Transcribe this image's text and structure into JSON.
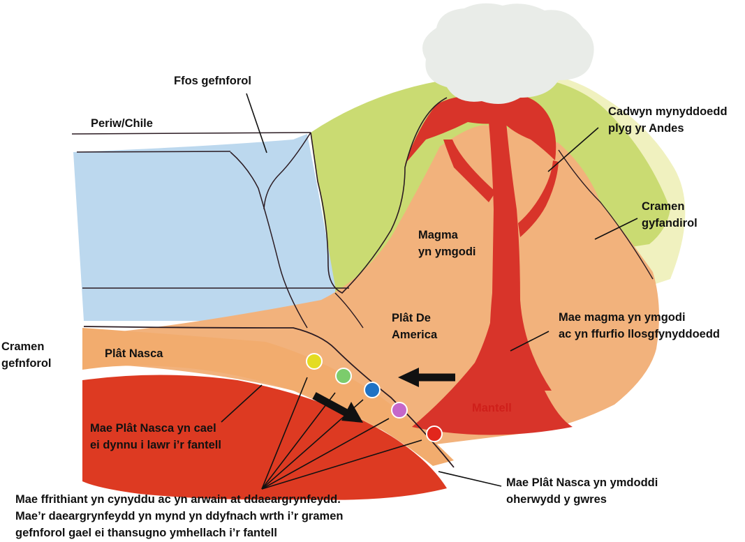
{
  "labels": {
    "trench": "Ffos gefnforol",
    "peru_chile": "Periw/Chile",
    "andes": [
      "Cadwyn mynyddoedd",
      "plyg yr Andes"
    ],
    "continental_crust": [
      "Cramen",
      "gyfandirol"
    ],
    "magma_rising": [
      "Magma",
      "yn ymgodi"
    ],
    "south_america_plate": [
      "Plât De",
      "America"
    ],
    "magma_forms_volcanoes": [
      "Mae magma yn ymgodi",
      "ac yn ffurfio llosgfynyddoedd"
    ],
    "oceanic_crust": [
      "Cramen",
      "gefnforol"
    ],
    "nazca_plate": "Plât Nasca",
    "mantle": "Mantell",
    "nazca_pulled": [
      "Mae Plât Nasca yn cael",
      "ei dynnu i lawr i’r fantell"
    ],
    "nazca_melts": [
      "Mae Plât Nasca yn ymdoddi",
      "oherwydd y gwres"
    ],
    "friction": [
      "Mae ffrithiant yn cynyddu ac yn arwain at ddaeargrynfeydd.",
      "Mae’r daeargrynfeydd yn mynd yn ddyfnach wrth i’r gramen",
      "gefnforol gael ei thansugno ymhellach i’r fantell"
    ]
  },
  "earthquake_dots": [
    "#e4dc22",
    "#7ccc6c",
    "#1f72c4",
    "#c567c9",
    "#e2261c"
  ],
  "colors": {
    "ocean": "#bcd8ee",
    "crust_orange": "#f2b27c",
    "mantle_red": "#dd3a22",
    "magma_red": "#d8342a",
    "mountain_green": "#cadb72",
    "ash_cloud": "#e9ece8",
    "label_text": "#111111",
    "mantle_label": "#cf1f1a"
  }
}
